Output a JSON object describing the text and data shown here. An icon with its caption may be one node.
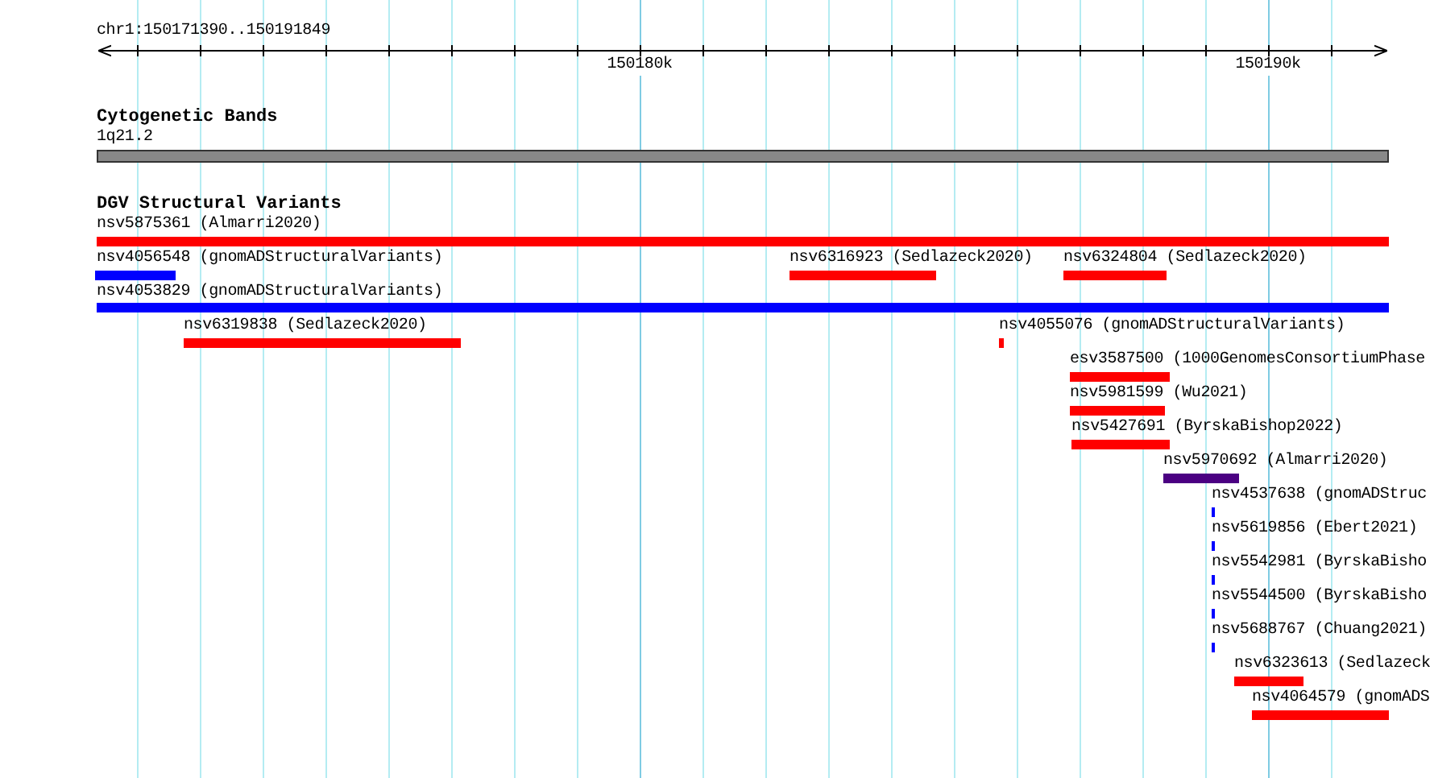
{
  "diagram": {
    "labels": [
      "chr1:150171390..150191849",
      "150180k",
      "150190k",
      "Cytogenetic Bands",
      "1q21.2",
      "DGV Structural Variants",
      "nsv5875361 (Almarri2020)",
      "nsv4056548 (gnomADStructuralVariants)",
      "nsv6316923 (Sedlazeck2020)",
      "nsv6324804 (Sedlazeck2020)",
      "nsv4053829 (gnomADStructuralVariants)",
      "nsv6319838 (Sedlazeck2020)",
      "nsv4055076 (gnomADStructuralVariants)",
      "esv3587500 (1000GenomesConsortiumPhase",
      "nsv5981599 (Wu2021)",
      "nsv5427691 (ByrskaBishop2022)",
      "nsv5970692 (Almarri2020)",
      "nsv4537638 (gnomADStruc",
      "nsv5619856 (Ebert2021)",
      "nsv5542981 (ByrskaBisho",
      "nsv5544500 (ByrskaBisho",
      "nsv5688767 (Chuang2021)",
      "nsv6323613 (Sedlazeck",
      "nsv4064579 (gnomADS"
    ]
  }
}
